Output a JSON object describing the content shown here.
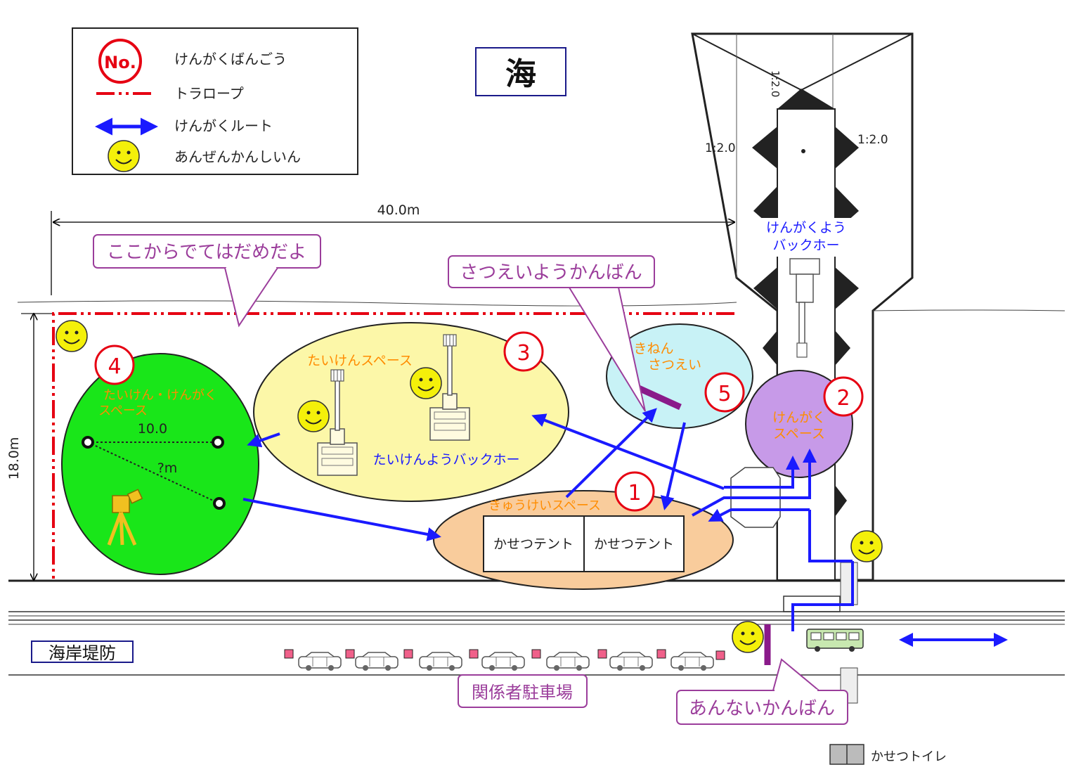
{
  "legend": {
    "number_symbol": "No.",
    "number_label": "けんがくばんごう",
    "rope_label": "トラロープ",
    "route_label": "けんがくルート",
    "guard_label": "あんぜんかんしいん"
  },
  "sea_label": "海",
  "dimensions": {
    "width": "40.0m",
    "height": "18.0m"
  },
  "callouts": {
    "no_exit": "ここからでてはだめだよ",
    "photo_sign": "さつえいようかんばん",
    "parking": "関係者駐車場",
    "guide_sign": "あんないかんばん"
  },
  "zones": {
    "z1": {
      "number": "1",
      "label": "きゅうけいスペース",
      "tent_left": "かせつテント",
      "tent_right": "かせつテント"
    },
    "z2": {
      "number": "2",
      "label_line1": "けんがく",
      "label_line2": "スペース"
    },
    "z3": {
      "number": "3",
      "label": "たいけんスペース",
      "backhoe_label": "たいけんようバックホー"
    },
    "z4": {
      "number": "4",
      "label_line1": "たいけん・けんがく",
      "label_line2": "スペース",
      "distance_a": "10.0",
      "distance_b": "?m"
    },
    "z5": {
      "number": "5",
      "label_line1": "きねん",
      "label_line2": "さつえい"
    }
  },
  "structure": {
    "slope_left": "1:2.0",
    "slope_right": "1:2.0",
    "slope_top": "1:2.0",
    "backhoe_line1": "けんがくよう",
    "backhoe_line2": "バックホー"
  },
  "levee_label": "海岸堤防",
  "toilet_label": "かせつトイレ",
  "colors": {
    "rope": "#e60012",
    "route": "#1a1aff",
    "zone4": "#19e619",
    "zone3": "#fcf7a8",
    "zone1": "#f9cc9c",
    "zone5": "#c8f2f6",
    "zone2": "#c79ae8",
    "callout_border": "#9b3d9b",
    "sign": "#8a1a8a"
  }
}
